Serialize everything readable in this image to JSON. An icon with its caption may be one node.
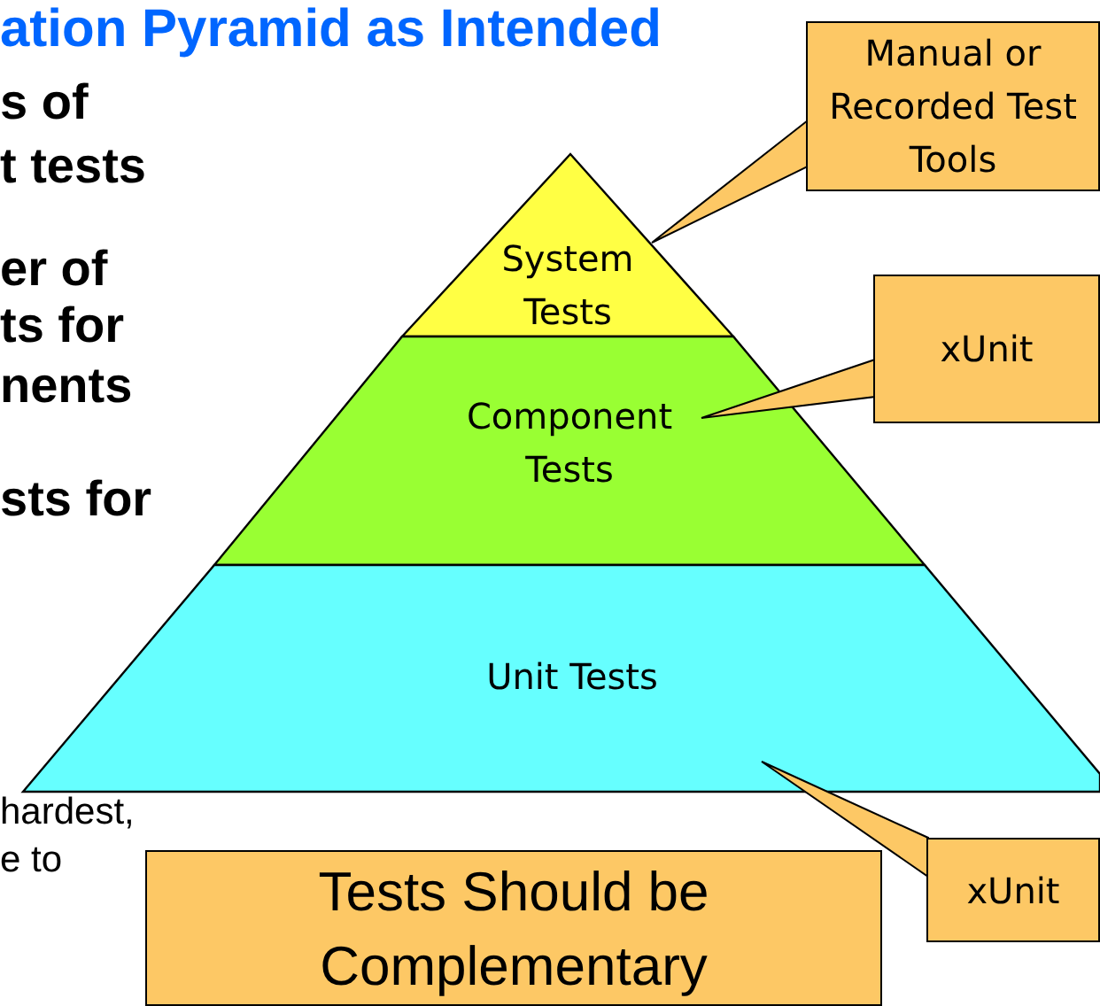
{
  "diagram": {
    "title": "ation Pyramid as Intended",
    "nodes": [
      {
        "text": [
          "System Tests"
        ]
      },
      {
        "text": [
          "Component Tests"
        ]
      },
      {
        "text": [
          "Unit Tests"
        ]
      },
      {
        "text": [
          "Manual or Recorded Test Tools"
        ]
      },
      {
        "text": [
          "xUnit"
        ]
      },
      {
        "text": [
          "xUnit"
        ]
      },
      {
        "text": [
          "Tests Should be Complementary"
        ]
      }
    ],
    "edges": [
      {
        "from": 3,
        "to": 0,
        "arrow": "none"
      },
      {
        "from": 4,
        "to": 1,
        "arrow": "none"
      },
      {
        "from": 5,
        "to": 2,
        "arrow": "none"
      }
    ],
    "labels": [
      "s of",
      "t tests",
      "er of",
      "ts for",
      "nents",
      "sts for",
      "hardest,",
      "e to"
    ]
  }
}
